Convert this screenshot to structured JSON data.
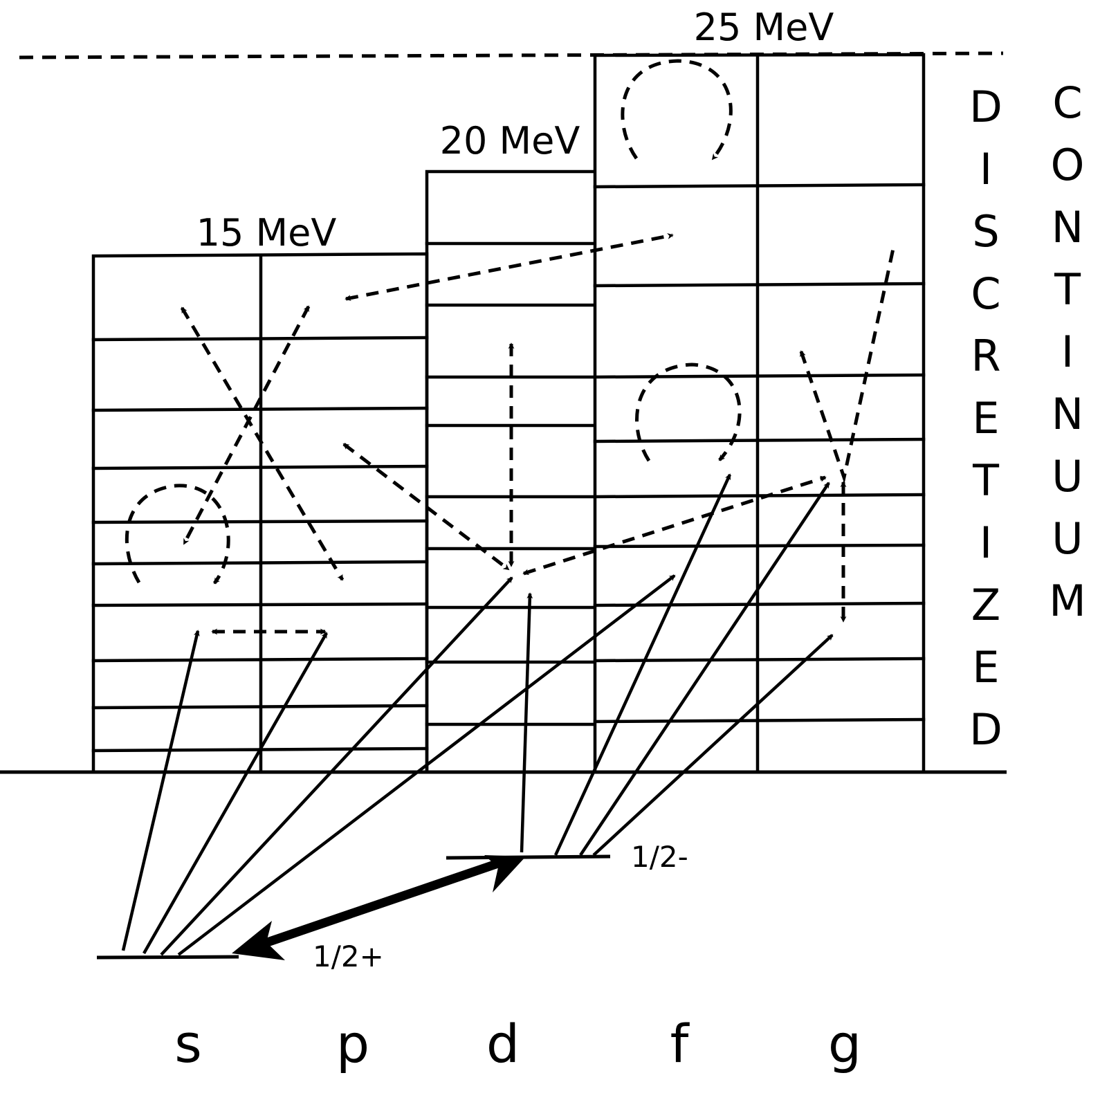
{
  "energy_labels": [
    "15 MeV",
    "20 MeV",
    "25 MeV"
  ],
  "partial_waves": [
    "s",
    "p",
    "d",
    "f",
    "g"
  ],
  "ground_states": [
    "1/2+",
    "1/2-"
  ],
  "discretized_letters": [
    "D",
    "I",
    "S",
    "C",
    "R",
    "E",
    "T",
    "I",
    "Z",
    "E",
    "D"
  ],
  "continuum_letters": [
    "C",
    "O",
    "N",
    "T",
    "I",
    "N",
    "U",
    "U",
    "M"
  ]
}
